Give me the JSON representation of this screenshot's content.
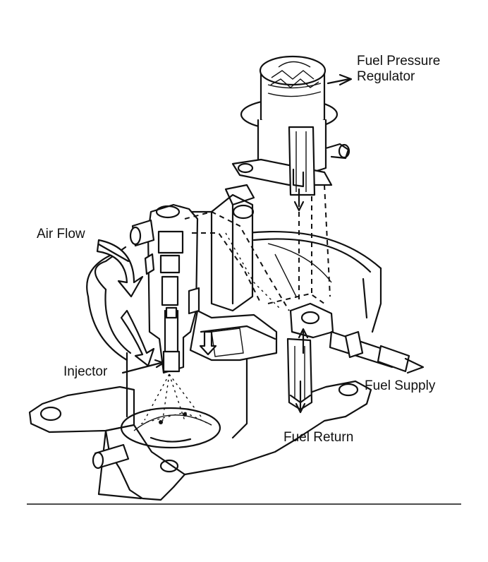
{
  "figure": {
    "labels": {
      "fuel_pressure_regulator_line1": "Fuel Pressure",
      "fuel_pressure_regulator_line2": "Regulator",
      "air_flow": "Air Flow",
      "injector": "Injector",
      "fuel_supply": "Fuel Supply",
      "fuel_return": "Fuel Return"
    }
  },
  "colors": {
    "ink": "#111111",
    "background": "#ffffff"
  }
}
